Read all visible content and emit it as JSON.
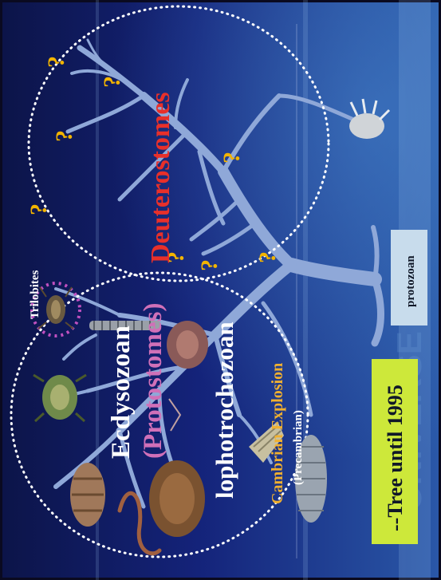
{
  "labels": {
    "ecdysozoan": "Ecdysozoan",
    "protostomes": "(Protostomes)",
    "lophotrochozoan": "lophotrochozoan",
    "cambrian": "Cambrian Explosion",
    "precambrian": "(Precambrian)",
    "deuterostomes": "Deuterostomes",
    "trilobites": "Trilobites",
    "protozoan": "protozoan",
    "tree_until": "--Tree until 1995",
    "question": "?",
    "watermark": "UNIVERSE"
  },
  "colors": {
    "background_dark": "#0c1448",
    "background_light": "#2a58a8",
    "tree": "#8fa8d8",
    "deuterostomes": "#e8302a",
    "protostomes": "#d070b8",
    "cambrian": "#f0b030",
    "question": "#f2b400",
    "tree_until_box": "#cde83a",
    "protozoan_box": "#c8dcec",
    "trilobite_ring": "#c050c0"
  }
}
